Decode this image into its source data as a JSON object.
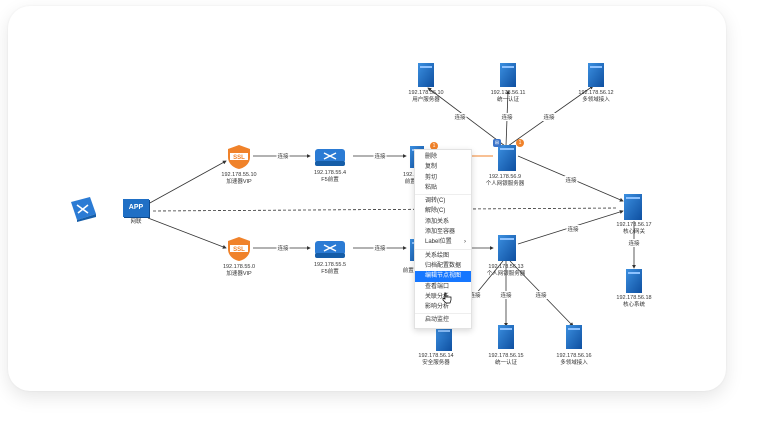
{
  "app": {
    "node_labels": {
      "client": "网联",
      "app": "APP",
      "vip1_ip": "192.178.55.10",
      "vip1_name": "加速器VIP",
      "vip2_ip": "192.178.55.0",
      "vip2_name": "加速器VIP",
      "fw1_ip": "192.178.55.4",
      "fw1_name": "F5前置",
      "fw2_ip": "192.178.55.5",
      "fw2_name": "F5前置",
      "front1_ip": "192.178",
      "front1_name": "前置服",
      "front2_name": "前置服",
      "srv_top1_ip": "192.178.56.10",
      "srv_top1_name": "用户服务器",
      "srv_top2_ip": "192.178.56.11",
      "srv_top2_name": "统一认证",
      "srv_top3_ip": "192.178.56.12",
      "srv_top3_name": "多领域接入",
      "hub1_ip": "192.178.56.9",
      "hub1_name": "个人网银服务器",
      "hub2_ip": "192.178.56.13",
      "hub2_name": "个人网银服务器",
      "core_ip": "192.178.56.17",
      "core_name": "核心网关",
      "core2_ip": "192.178.56.18",
      "core2_name": "核心系统",
      "bot1_ip": "192.178.56.14",
      "bot1_name": "安全服务器",
      "bot2_ip": "192.178.56.15",
      "bot2_name": "统一认证",
      "bot3_ip": "192.178.56.16",
      "bot3_name": "多领域接入"
    },
    "edge_label": "连接",
    "badge_count": "1",
    "menu": {
      "items": [
        {
          "label": "删除"
        },
        {
          "label": "复制"
        },
        {
          "label": "剪切"
        },
        {
          "label": "粘贴"
        },
        {
          "label": "调转(C)"
        },
        {
          "label": "解除(C)"
        },
        {
          "label": "添加关系"
        },
        {
          "label": "添加至容器"
        },
        {
          "label": "Label位置"
        },
        {
          "label": "关系绘图"
        },
        {
          "label": "归档配置数据"
        },
        {
          "label": "编辑节点视图"
        },
        {
          "label": "查看端口"
        },
        {
          "label": "关联分析"
        },
        {
          "label": "影响分析"
        },
        {
          "label": "启动监控"
        }
      ],
      "submenu_arrow": "›"
    },
    "colors": {
      "accent": "#1677ff",
      "node_blue": "#1f6fc5",
      "orange": "#f0822a",
      "edge": "#333333"
    }
  }
}
